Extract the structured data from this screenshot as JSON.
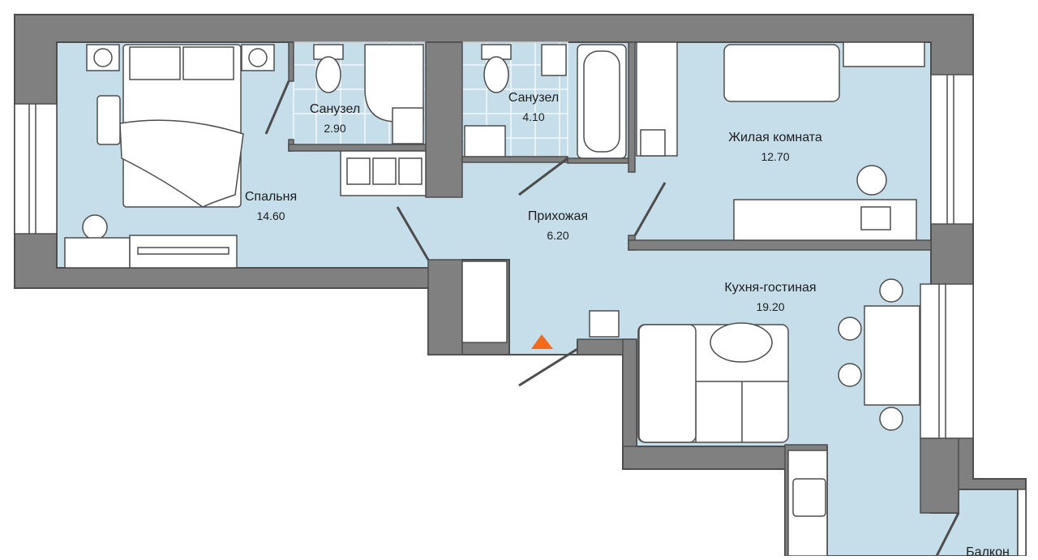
{
  "plan": {
    "colors": {
      "wall": "#808080",
      "wall_edge": "#4d4d4d",
      "floor": "#c6deea",
      "tile": "#e8f2f8",
      "entrance": "#f26a1b"
    },
    "rooms": [
      {
        "name": "Спальня",
        "area": "14.60"
      },
      {
        "name": "Санузел",
        "area": "2.90"
      },
      {
        "name": "Санузел",
        "area": "4.10"
      },
      {
        "name": "Прихожая",
        "area": "6.20"
      },
      {
        "name": "Жилая комната",
        "area": "12.70"
      },
      {
        "name": "Кухня-гостиная",
        "area": "19.20"
      },
      {
        "name": "Балкон",
        "area": ""
      }
    ],
    "entrance_icon": "entrance-triangle-icon"
  }
}
